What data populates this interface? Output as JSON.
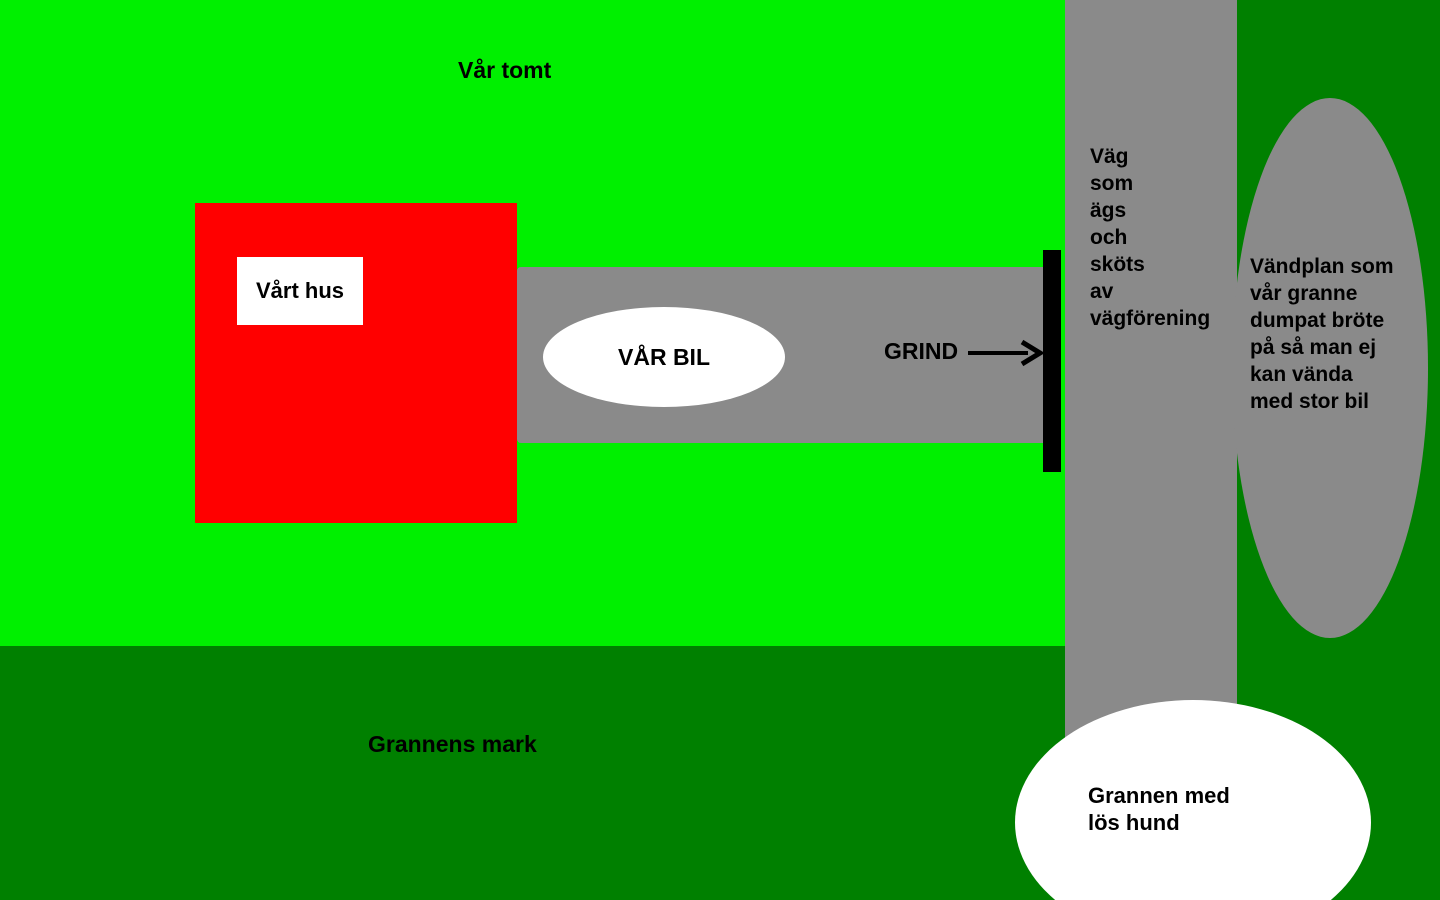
{
  "diagram": {
    "our_plot_label": "Vår tomt",
    "neighbor_land_label": "Grannens mark",
    "house_label": "Vårt hus",
    "car_label": "VÅR BIL",
    "gate_label": "GRIND",
    "road_label": "Väg\nsom\nägs\noch\nsköts\nav\nvägförening",
    "turning_area_label": "Vändplan som\nvår granne\ndumpat bröte\npå så man ej\nkan vända\nmed stor bil",
    "neighbor_dog_label": "Grannen med\nlös hund",
    "colors": {
      "our_plot": "#00f000",
      "neighbor_land": "#008000",
      "house": "#ff0000",
      "road": "#8a8a8a",
      "gate": "#000000",
      "label_background": "#ffffff",
      "text": "#000000"
    }
  }
}
